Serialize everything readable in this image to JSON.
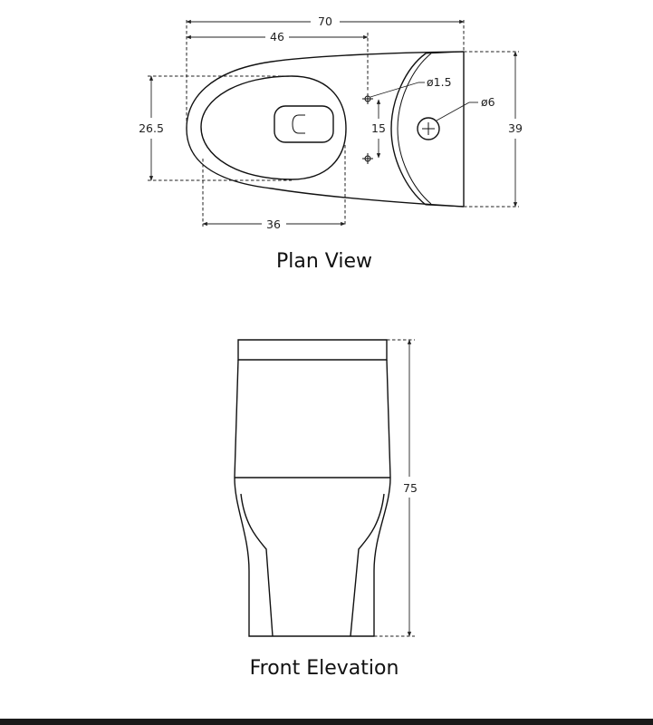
{
  "plan_view": {
    "title": "Plan View",
    "dim_overall_length": "70",
    "dim_bowl_length": "46",
    "dim_bowl_width": "26.5",
    "dim_fixing_hole": "ø1.5",
    "dim_fixing_spacing": "15",
    "dim_waste_hole": "ø6",
    "dim_tank_width": "39",
    "dim_seat_length": "36"
  },
  "front_elevation": {
    "title": "Front Elevation",
    "dim_height": "75"
  }
}
